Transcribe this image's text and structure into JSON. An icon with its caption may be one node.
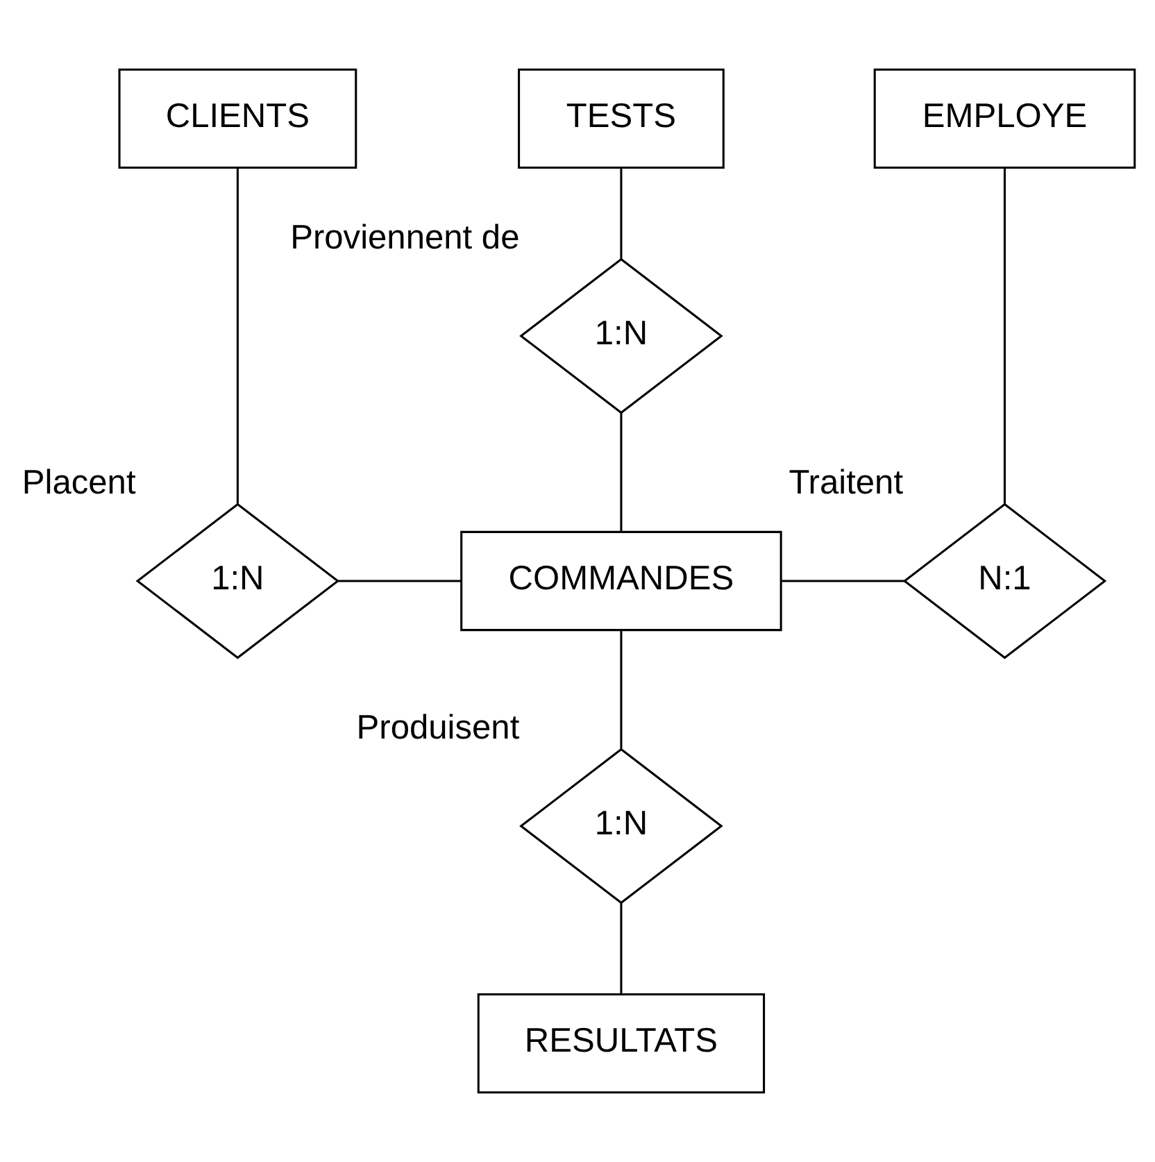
{
  "diagram": {
    "nodes": [
      {
        "text": [
          "CLIENTS"
        ]
      },
      {
        "text": [
          "TESTS"
        ]
      },
      {
        "text": [
          "EMPLOYE"
        ]
      },
      {
        "text": [
          "1:N"
        ],
        "beside": [
          "Proviennent de"
        ]
      },
      {
        "text": [
          "1:N"
        ],
        "beside": [
          "Placent"
        ]
      },
      {
        "text": [
          "COMMANDES"
        ]
      },
      {
        "text": [
          "N:1"
        ],
        "beside": [
          "Traitent"
        ]
      },
      {
        "text": [
          "1:N"
        ],
        "beside": [
          "Produisent"
        ]
      },
      {
        "text": [
          "RESULTATS"
        ]
      }
    ],
    "edges": [
      {
        "from": 1,
        "to": 3,
        "arrow": "none"
      },
      {
        "from": 3,
        "to": 5,
        "arrow": "none"
      },
      {
        "from": 0,
        "to": 4,
        "arrow": "none"
      },
      {
        "from": 4,
        "to": 5,
        "arrow": "none"
      },
      {
        "from": 5,
        "to": 6,
        "arrow": "none"
      },
      {
        "from": 6,
        "to": 2,
        "arrow": "none"
      },
      {
        "from": 5,
        "to": 7,
        "arrow": "none"
      },
      {
        "from": 7,
        "to": 8,
        "arrow": "none"
      }
    ]
  }
}
